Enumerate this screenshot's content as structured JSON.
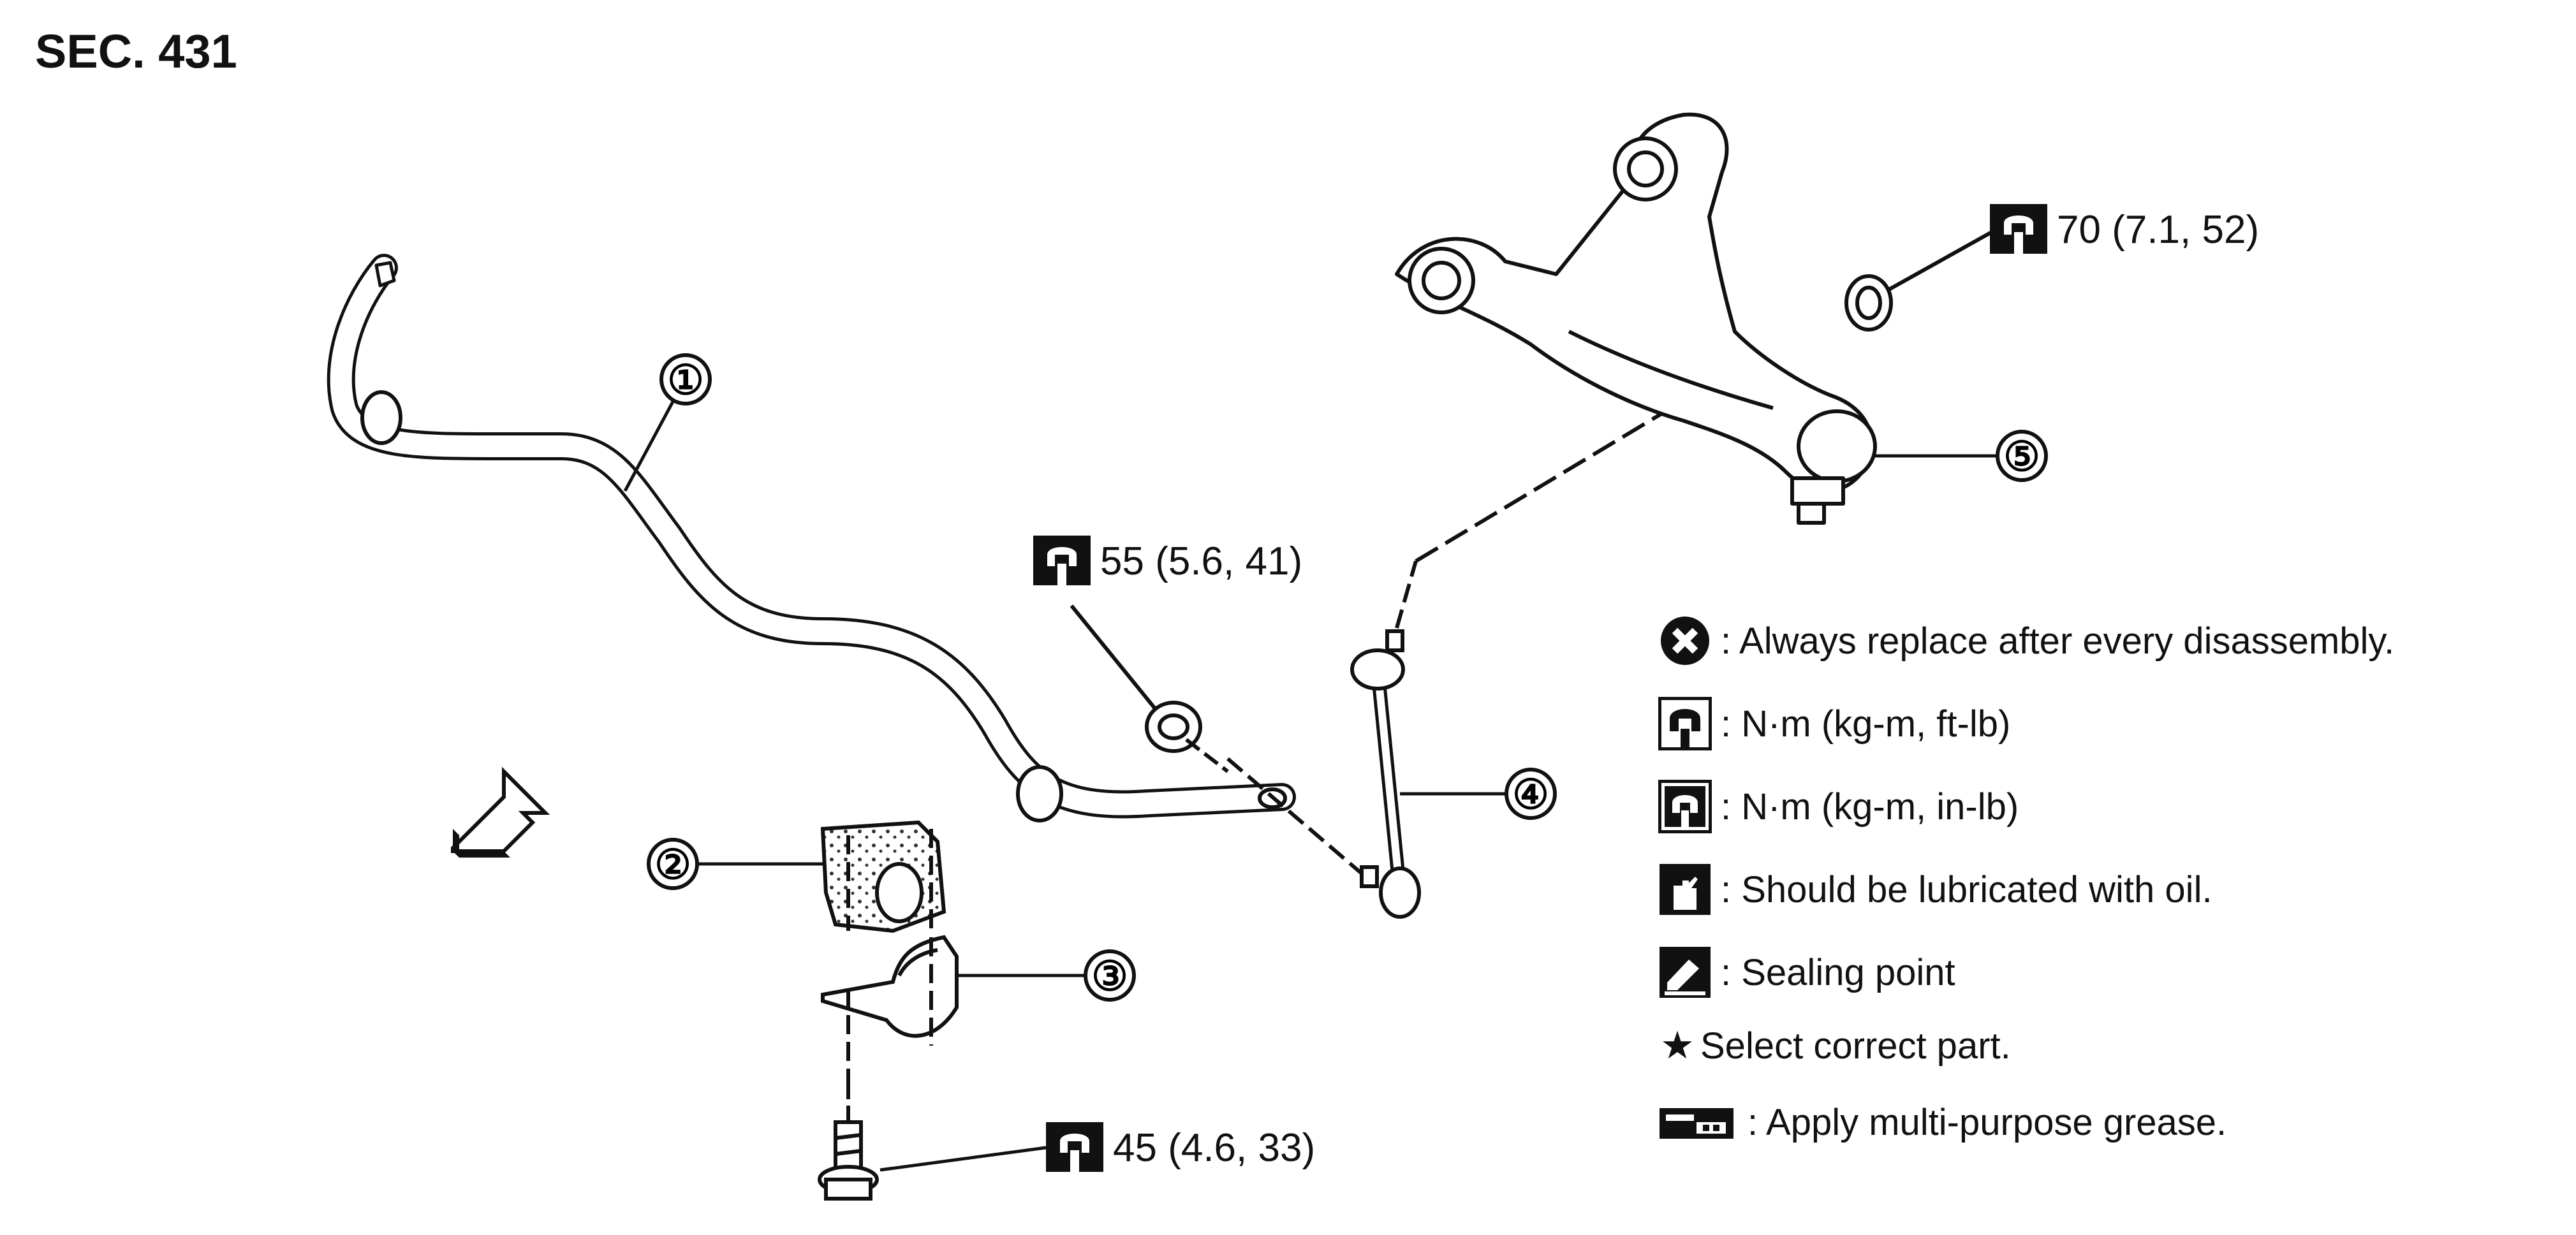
{
  "section_label": "SEC. 431",
  "callouts": [
    "①",
    "②",
    "③",
    "④",
    "⑤"
  ],
  "torque_specs": {
    "upper_link_nut": "70 (7.1, 52)",
    "bar_link_nut": "55 (5.6, 41)",
    "clamp_bolt": "45 (4.6, 33)"
  },
  "legend": [
    {
      "icon": "replace-x-icon",
      "text": ": Always replace after every disassembly."
    },
    {
      "icon": "torque-wrench-icon",
      "text": ": N·m (kg-m, ft-lb)"
    },
    {
      "icon": "torque-wrench-small-icon",
      "text": ": N·m (kg-m, in-lb)"
    },
    {
      "icon": "oil-can-icon",
      "text": ": Should be lubricated with oil."
    },
    {
      "icon": "sealing-point-icon",
      "text": ": Sealing point"
    },
    {
      "icon": "star-icon",
      "text": "Select correct part."
    },
    {
      "icon": "grease-icon",
      "text": ": Apply multi-purpose grease."
    }
  ],
  "star_glyph": "★"
}
